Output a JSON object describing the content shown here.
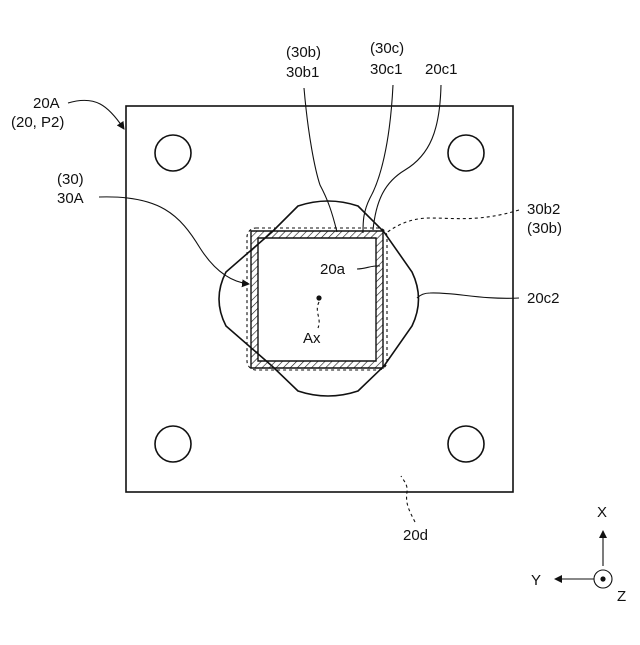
{
  "labels": {
    "l20A": "20A",
    "l20P2": "(20, P2)",
    "l30p": "(30)",
    "l30A": "30A",
    "l30b": "(30b)",
    "l30b1": "30b1",
    "l30c": "(30c)",
    "l30c1": "30c1",
    "l20c1": "20c1",
    "l30b2": "30b2",
    "l30b2p": "(30b)",
    "l20a": "20a",
    "l20c2": "20c2",
    "lAx": "Ax",
    "l20d": "20d"
  },
  "axes": {
    "x": "X",
    "y": "Y",
    "z": "Z"
  }
}
